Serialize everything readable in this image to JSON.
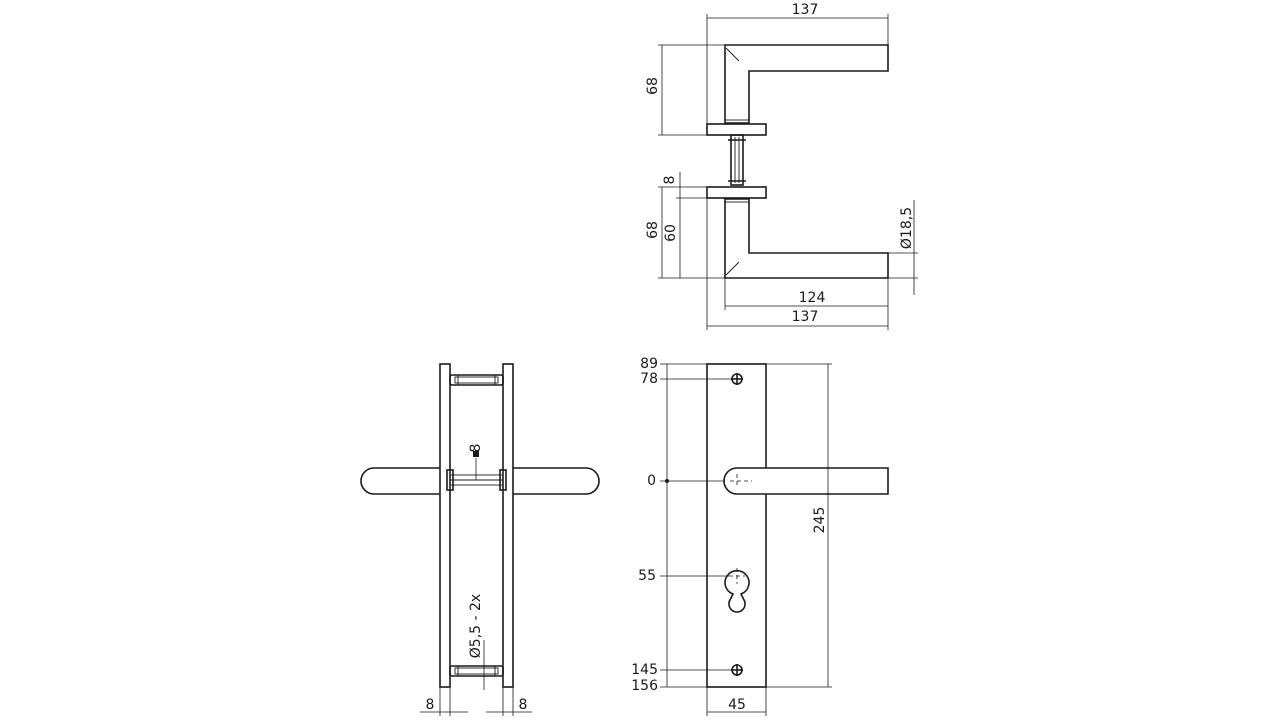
{
  "top_view": {
    "total_length_top": "137",
    "rose_height_top": "68",
    "gap": "8",
    "rose_height_bottom": "68",
    "lever_offset": "60",
    "lever_diameter": "Ø18,5",
    "lever_length": "124",
    "total_length_bottom": "137"
  },
  "side_view": {
    "spindle": "8",
    "screw_holes": "Ø5,5 - 2x",
    "plate_left": "8",
    "plate_right": "8"
  },
  "front_view": {
    "top_edge": "89",
    "top_screw": "78",
    "handle_axis": "0",
    "cylinder_axis": "55",
    "bottom_screw": "145",
    "bottom_edge": "156",
    "plate_height": "245",
    "plate_width": "45"
  }
}
